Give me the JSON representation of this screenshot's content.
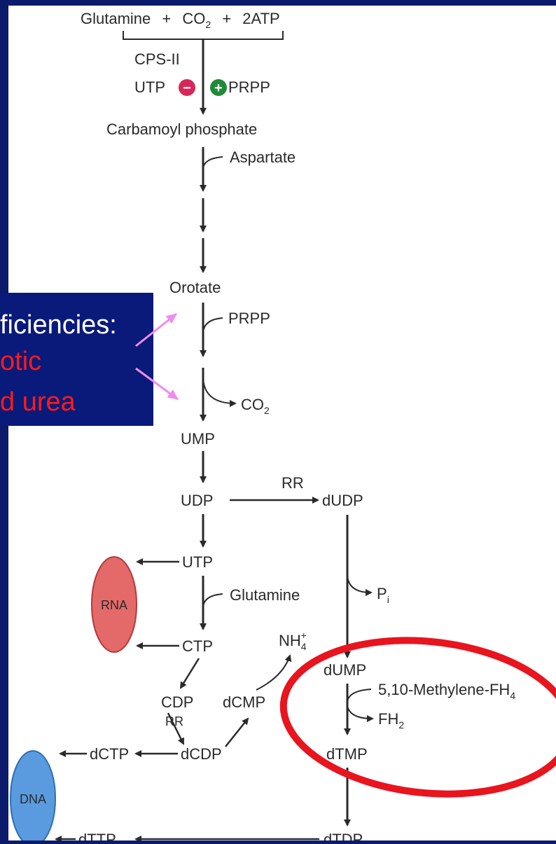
{
  "colors": {
    "frame": "#0b1a6b",
    "paper": "#ffffff",
    "ink": "#2a2a2a",
    "inhibit": "#d6285a",
    "activate": "#1f8a3a",
    "highlight_ring": "#e8141e",
    "rna_fill": "#e46a6a",
    "dna_fill": "#5a9be0",
    "callout_bg": "#0a1a7a",
    "callout_arrow": "#f08cf0",
    "callout_text_primary": "#ffffff",
    "callout_text_secondary": "#ff1a1a"
  },
  "diagram": {
    "reactants": [
      "Glutamine",
      "+",
      "CO",
      "2",
      "+",
      "2ATP"
    ],
    "enzyme_cps": "CPS-II",
    "inhibitor": "UTP",
    "inhibitor_sign": "−",
    "activator": "PRPP",
    "activator_sign": "+",
    "carbamoyl": "Carbamoyl phosphate",
    "aspartate": "Aspartate",
    "orotate": "Orotate",
    "prpp2": "PRPP",
    "co2": "CO",
    "co2_sub": "2",
    "ump": "UMP",
    "udp": "UDP",
    "rr1": "RR",
    "dudp": "dUDP",
    "utp": "UTP",
    "glutamine2": "Glutamine",
    "pi": "P",
    "pi_sub": "i",
    "ctp": "CTP",
    "nh4": "NH",
    "nh4_sub": "4",
    "nh4_sup": "+",
    "dump": "dUMP",
    "methylene": "5,10-Methylene-FH",
    "methylene_sub": "4",
    "fh2": "FH",
    "fh2_sub": "2",
    "cdp": "CDP",
    "dcmp": "dCMP",
    "rr2": "RR",
    "dctp": "dCTP",
    "dcdp": "dCDP",
    "dtmp": "dTMP",
    "dttp": "dTTP",
    "dtdp": "dTDP",
    "rna": "RNA",
    "dna": "DNA"
  },
  "callout": {
    "line1": "ficiencies:",
    "line2": "otic",
    "line3": "d urea"
  }
}
